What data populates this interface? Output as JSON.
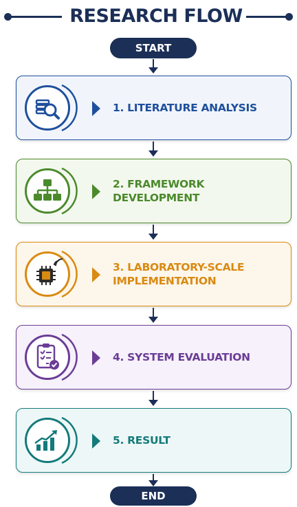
{
  "title": "RESEARCH FLOW",
  "start_label": "START",
  "end_label": "END",
  "steps": [
    {
      "label": "1. LITERATURE ANALYSIS",
      "color": "#1e4f9c",
      "bg": "#f1f5fb",
      "icon": "literature-search-icon"
    },
    {
      "label": "2. FRAMEWORK DEVELOPMENT",
      "color": "#4b8a2c",
      "bg": "#f3f8ee",
      "icon": "hierarchy-framework-icon"
    },
    {
      "label": "3. LABORATORY-SCALE IMPLEMENTATION",
      "color": "#d98a12",
      "bg": "#fdf6ea",
      "icon": "iot-chip-icon"
    },
    {
      "label": "4. SYSTEM EVALUATION",
      "color": "#6a3d96",
      "bg": "#f6f1fa",
      "icon": "clipboard-check-icon"
    },
    {
      "label": "5. RESULT",
      "color": "#147a7a",
      "bg": "#eef7f7",
      "icon": "growth-chart-icon"
    }
  ],
  "colors": {
    "navy": "#1b2f57"
  }
}
